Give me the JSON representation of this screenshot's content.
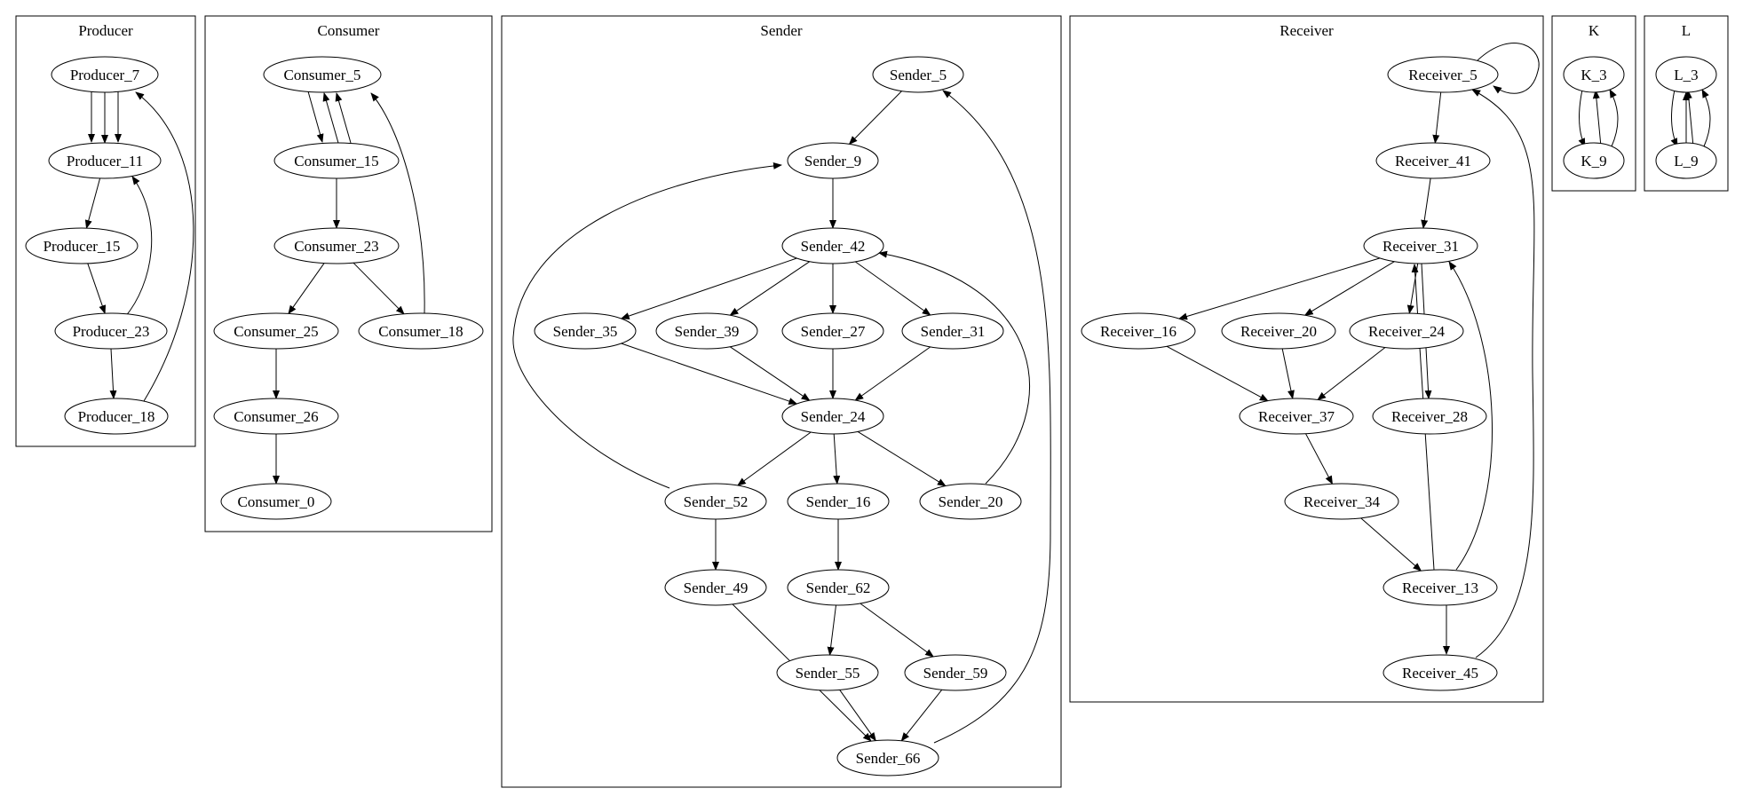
{
  "clusters": [
    {
      "id": "producer",
      "label": "Producer"
    },
    {
      "id": "consumer",
      "label": "Consumer"
    },
    {
      "id": "sender",
      "label": "Sender"
    },
    {
      "id": "receiver",
      "label": "Receiver"
    },
    {
      "id": "k",
      "label": "K"
    },
    {
      "id": "l",
      "label": "L"
    }
  ],
  "nodes": [
    {
      "id": "p7",
      "label": "Producer_7"
    },
    {
      "id": "p11",
      "label": "Producer_11"
    },
    {
      "id": "p15",
      "label": "Producer_15"
    },
    {
      "id": "p23",
      "label": "Producer_23"
    },
    {
      "id": "p18",
      "label": "Producer_18"
    },
    {
      "id": "c5",
      "label": "Consumer_5"
    },
    {
      "id": "c15",
      "label": "Consumer_15"
    },
    {
      "id": "c23",
      "label": "Consumer_23"
    },
    {
      "id": "c25",
      "label": "Consumer_25"
    },
    {
      "id": "c18",
      "label": "Consumer_18"
    },
    {
      "id": "c26",
      "label": "Consumer_26"
    },
    {
      "id": "c0",
      "label": "Consumer_0"
    },
    {
      "id": "s5",
      "label": "Sender_5"
    },
    {
      "id": "s9",
      "label": "Sender_9"
    },
    {
      "id": "s42",
      "label": "Sender_42"
    },
    {
      "id": "s35",
      "label": "Sender_35"
    },
    {
      "id": "s39",
      "label": "Sender_39"
    },
    {
      "id": "s27",
      "label": "Sender_27"
    },
    {
      "id": "s31",
      "label": "Sender_31"
    },
    {
      "id": "s24",
      "label": "Sender_24"
    },
    {
      "id": "s52",
      "label": "Sender_52"
    },
    {
      "id": "s16",
      "label": "Sender_16"
    },
    {
      "id": "s20",
      "label": "Sender_20"
    },
    {
      "id": "s49",
      "label": "Sender_49"
    },
    {
      "id": "s62",
      "label": "Sender_62"
    },
    {
      "id": "s55",
      "label": "Sender_55"
    },
    {
      "id": "s59",
      "label": "Sender_59"
    },
    {
      "id": "s66",
      "label": "Sender_66"
    },
    {
      "id": "r5",
      "label": "Receiver_5"
    },
    {
      "id": "r41",
      "label": "Receiver_41"
    },
    {
      "id": "r31",
      "label": "Receiver_31"
    },
    {
      "id": "r16",
      "label": "Receiver_16"
    },
    {
      "id": "r20",
      "label": "Receiver_20"
    },
    {
      "id": "r24",
      "label": "Receiver_24"
    },
    {
      "id": "r37",
      "label": "Receiver_37"
    },
    {
      "id": "r28",
      "label": "Receiver_28"
    },
    {
      "id": "r34",
      "label": "Receiver_34"
    },
    {
      "id": "r13",
      "label": "Receiver_13"
    },
    {
      "id": "r45",
      "label": "Receiver_45"
    },
    {
      "id": "k3",
      "label": "K_3"
    },
    {
      "id": "k9",
      "label": "K_9"
    },
    {
      "id": "l3",
      "label": "L_3"
    },
    {
      "id": "l9",
      "label": "L_9"
    }
  ],
  "edges": [
    {
      "from": "p7",
      "to": "p11"
    },
    {
      "from": "p7",
      "to": "p11"
    },
    {
      "from": "p7",
      "to": "p11"
    },
    {
      "from": "p11",
      "to": "p15"
    },
    {
      "from": "p15",
      "to": "p23"
    },
    {
      "from": "p23",
      "to": "p11"
    },
    {
      "from": "p23",
      "to": "p18"
    },
    {
      "from": "p18",
      "to": "p7"
    },
    {
      "from": "c5",
      "to": "c15"
    },
    {
      "from": "c15",
      "to": "c5"
    },
    {
      "from": "c15",
      "to": "c5"
    },
    {
      "from": "c15",
      "to": "c23"
    },
    {
      "from": "c23",
      "to": "c25"
    },
    {
      "from": "c23",
      "to": "c18"
    },
    {
      "from": "c18",
      "to": "c5"
    },
    {
      "from": "c25",
      "to": "c26"
    },
    {
      "from": "c26",
      "to": "c0"
    },
    {
      "from": "s5",
      "to": "s9"
    },
    {
      "from": "s9",
      "to": "s42"
    },
    {
      "from": "s42",
      "to": "s35"
    },
    {
      "from": "s42",
      "to": "s39"
    },
    {
      "from": "s42",
      "to": "s27"
    },
    {
      "from": "s42",
      "to": "s31"
    },
    {
      "from": "s35",
      "to": "s24"
    },
    {
      "from": "s39",
      "to": "s24"
    },
    {
      "from": "s27",
      "to": "s24"
    },
    {
      "from": "s31",
      "to": "s24"
    },
    {
      "from": "s24",
      "to": "s52"
    },
    {
      "from": "s24",
      "to": "s16"
    },
    {
      "from": "s24",
      "to": "s20"
    },
    {
      "from": "s52",
      "to": "s9"
    },
    {
      "from": "s20",
      "to": "s42"
    },
    {
      "from": "s52",
      "to": "s49"
    },
    {
      "from": "s16",
      "to": "s62"
    },
    {
      "from": "s62",
      "to": "s55"
    },
    {
      "from": "s62",
      "to": "s59"
    },
    {
      "from": "s49",
      "to": "s66"
    },
    {
      "from": "s55",
      "to": "s66"
    },
    {
      "from": "s59",
      "to": "s66"
    },
    {
      "from": "s66",
      "to": "s5"
    },
    {
      "from": "r5",
      "to": "r5"
    },
    {
      "from": "r5",
      "to": "r41"
    },
    {
      "from": "r41",
      "to": "r31"
    },
    {
      "from": "r31",
      "to": "r16"
    },
    {
      "from": "r31",
      "to": "r20"
    },
    {
      "from": "r31",
      "to": "r24"
    },
    {
      "from": "r31",
      "to": "r28"
    },
    {
      "from": "r16",
      "to": "r37"
    },
    {
      "from": "r20",
      "to": "r37"
    },
    {
      "from": "r24",
      "to": "r37"
    },
    {
      "from": "r37",
      "to": "r34"
    },
    {
      "from": "r34",
      "to": "r13"
    },
    {
      "from": "r28",
      "to": "r13"
    },
    {
      "from": "r13",
      "to": "r31"
    },
    {
      "from": "r13",
      "to": "r45"
    },
    {
      "from": "r13",
      "to": "r45"
    },
    {
      "from": "r45",
      "to": "r5"
    },
    {
      "from": "k3",
      "to": "k9"
    },
    {
      "from": "k9",
      "to": "k3"
    },
    {
      "from": "k9",
      "to": "k3"
    },
    {
      "from": "l3",
      "to": "l9"
    },
    {
      "from": "l9",
      "to": "l3"
    },
    {
      "from": "l9",
      "to": "l3"
    }
  ]
}
